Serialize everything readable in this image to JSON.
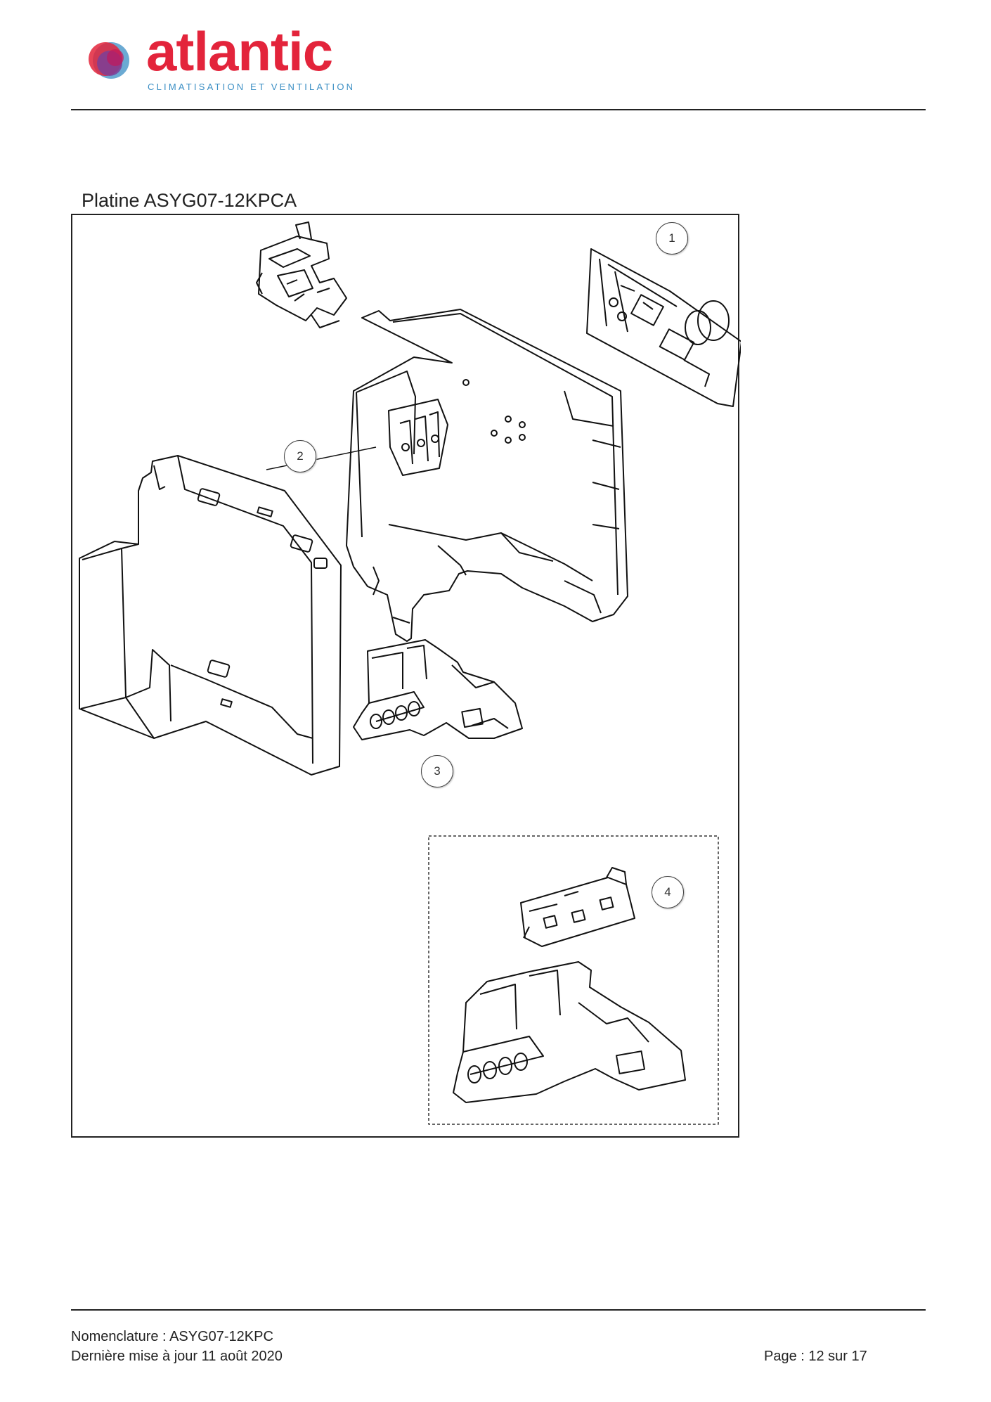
{
  "header": {
    "brand_name": "atlantic",
    "brand_tagline": "CLIMATISATION ET VENTILATION",
    "brand_colors": {
      "primary": "#e3243b",
      "secondary": "#3a8ec4",
      "accent": "#7b3f98"
    }
  },
  "section_title": "Platine ASYG07-12KPCA",
  "diagram": {
    "callouts": [
      "1",
      "2",
      "3",
      "4"
    ]
  },
  "footer": {
    "nomenclature": "Nomenclature : ASYG07-12KPC",
    "last_update": "Dernière mise à jour 11 août 2020",
    "page": "Page : 12 sur 17"
  }
}
